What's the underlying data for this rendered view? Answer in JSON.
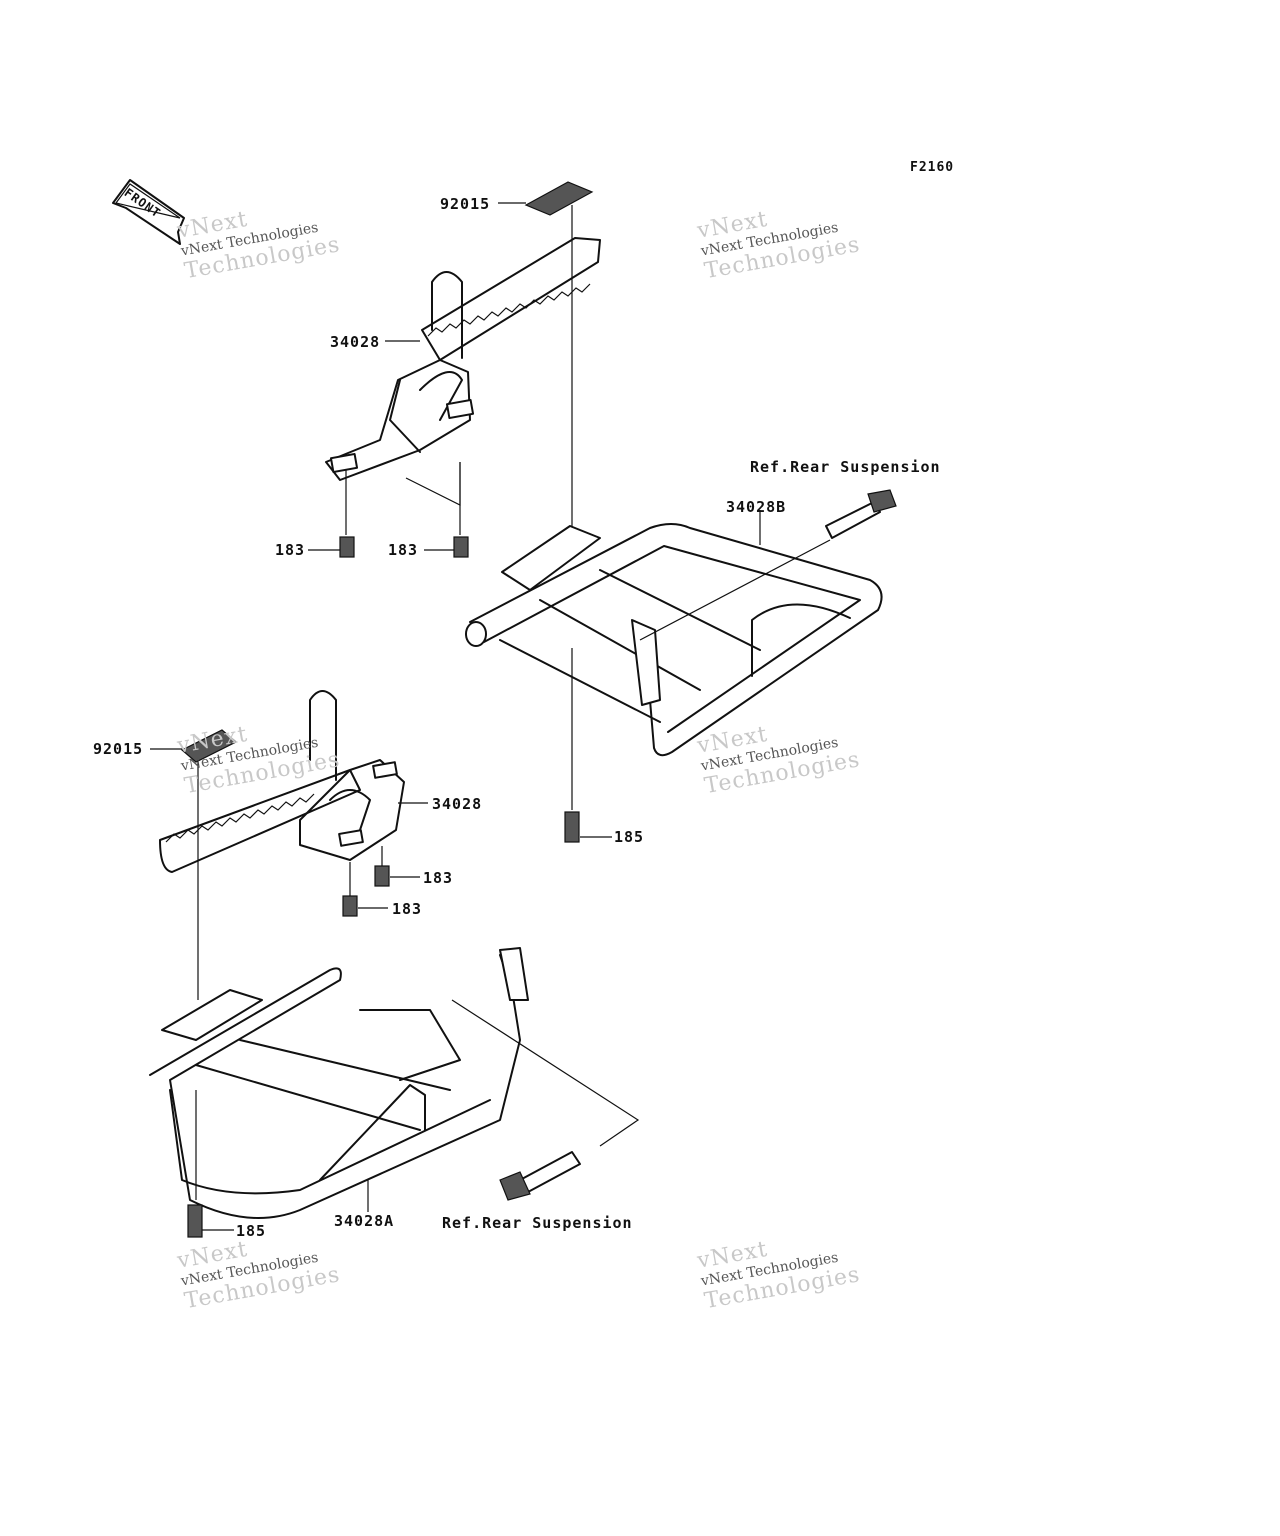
{
  "figure_code": "F2160",
  "front_label": "FRONT",
  "watermark": {
    "line1": "vNext",
    "line2": "vNext Technologies",
    "line3": "Technologies"
  },
  "callouts": {
    "p92015_top": "92015",
    "p34028_top": "34028",
    "p183_top_left": "183",
    "p183_top_right": "183",
    "ref_rear_top": "Ref.Rear Suspension",
    "p34028b": "34028B",
    "p185_right": "185",
    "p92015_bottom": "92015",
    "p34028_bottom": "34028",
    "p183_bottom_1": "183",
    "p183_bottom_2": "183",
    "p185_left": "185",
    "p34028a": "34028A",
    "ref_rear_bottom": "Ref.Rear Suspension"
  }
}
